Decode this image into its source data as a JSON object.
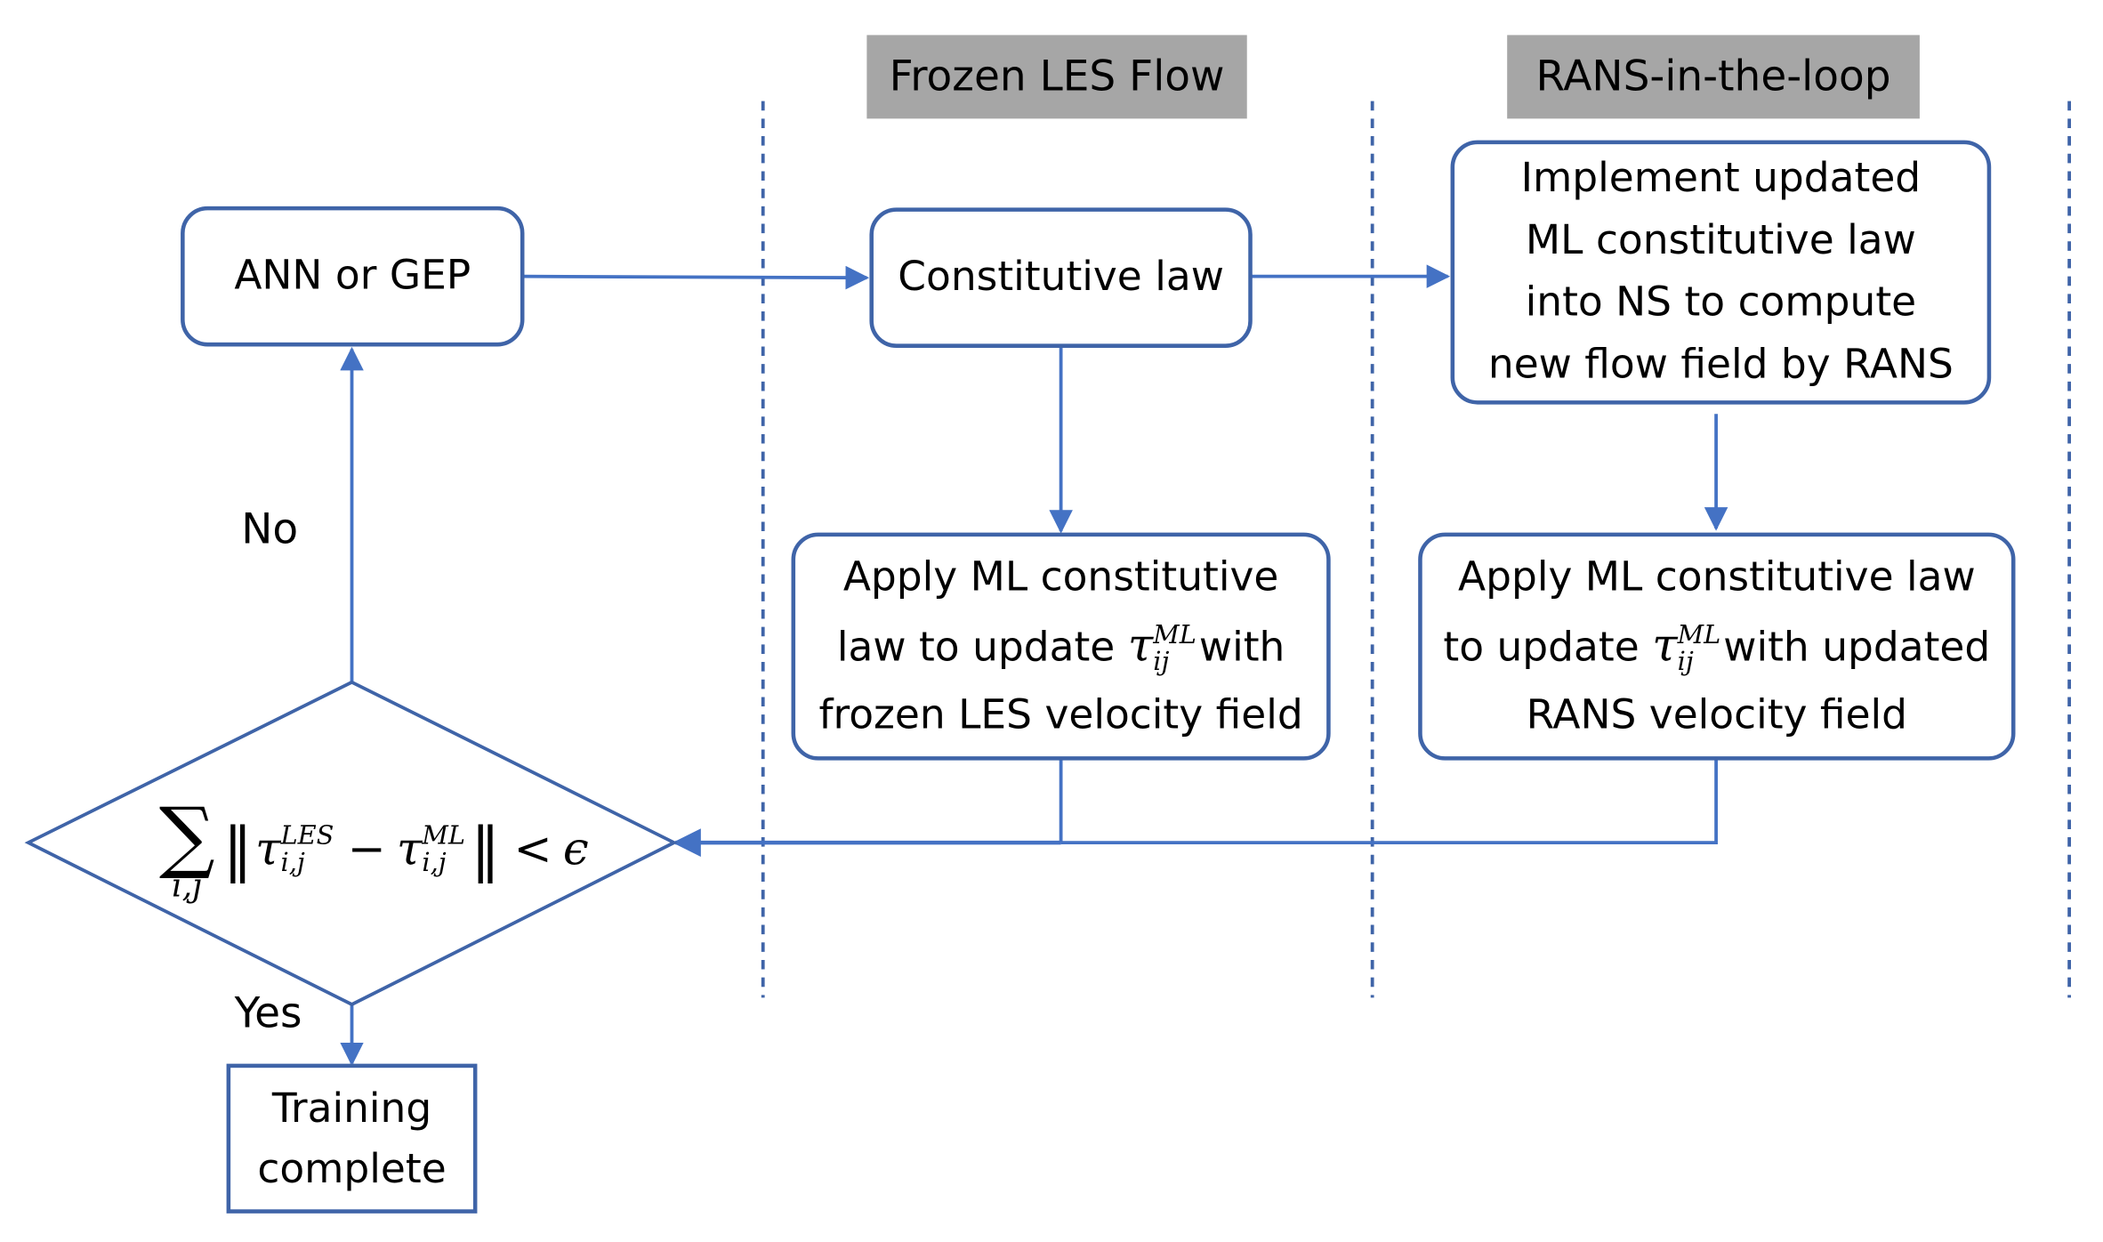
{
  "colors": {
    "line": "#4472c4",
    "node_border": "#3f64a8",
    "header_bg": "#a6a6a6"
  },
  "headers": {
    "frozen_les": "Frozen LES Flow",
    "rans_loop": "RANS-in-the-loop"
  },
  "nodes": {
    "ann_gep": "ANN or GEP",
    "constitutive_law": "Constitutive law",
    "implement_updated": {
      "lines": [
        "Implement updated",
        "ML constitutive law",
        "into NS to compute",
        "new flow field by RANS"
      ]
    },
    "apply_frozen": {
      "line1": "Apply ML constitutive",
      "line2_prefix": "law to update",
      "line2_suffix": "with",
      "line3": "frozen LES velocity field"
    },
    "apply_rans": {
      "line1": "Apply ML constitutive law",
      "line2_prefix": "to update",
      "line2_suffix": "with updated",
      "line3": "RANS velocity field"
    },
    "training_complete": {
      "lines": [
        "Training",
        "complete"
      ]
    }
  },
  "math": {
    "tau": "τ",
    "sup_ml": "ML",
    "sub_ij": "ij",
    "sum_symbol": "∑",
    "sum_sub": "i,j",
    "sup_les": "LES",
    "sub_i_comma_j": "i,j",
    "minus": "−",
    "less_than": "<",
    "epsilon": "ϵ",
    "norm": "‖"
  },
  "labels": {
    "no": "No",
    "yes": "Yes"
  }
}
